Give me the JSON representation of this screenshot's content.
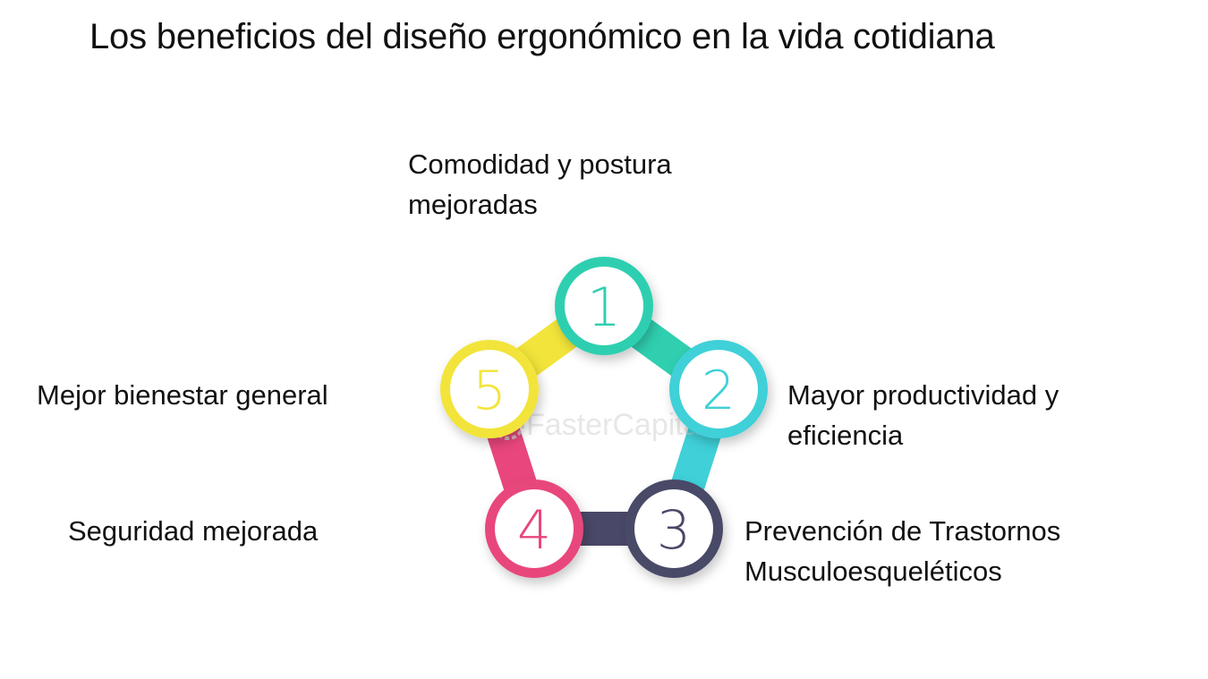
{
  "title": "Los beneficios del diseño ergonómico en la vida cotidiana",
  "watermark": "FasterCapital",
  "steps": [
    {
      "number": "1",
      "label_lines": [
        "Comodidad y postura",
        "mejoradas"
      ],
      "color": "#2fcfb0"
    },
    {
      "number": "2",
      "label_lines": [
        "Mayor productividad y",
        "eficiencia"
      ],
      "color": "#3fd0d8"
    },
    {
      "number": "3",
      "label_lines": [
        "Prevención de Trastornos",
        "Musculoesqueléticos"
      ],
      "color": "#4a4868"
    },
    {
      "number": "4",
      "label_lines": [
        "Seguridad mejorada"
      ],
      "color": "#e8467c"
    },
    {
      "number": "5",
      "label_lines": [
        "Mejor bienestar general"
      ],
      "color": "#f2e43a"
    }
  ]
}
